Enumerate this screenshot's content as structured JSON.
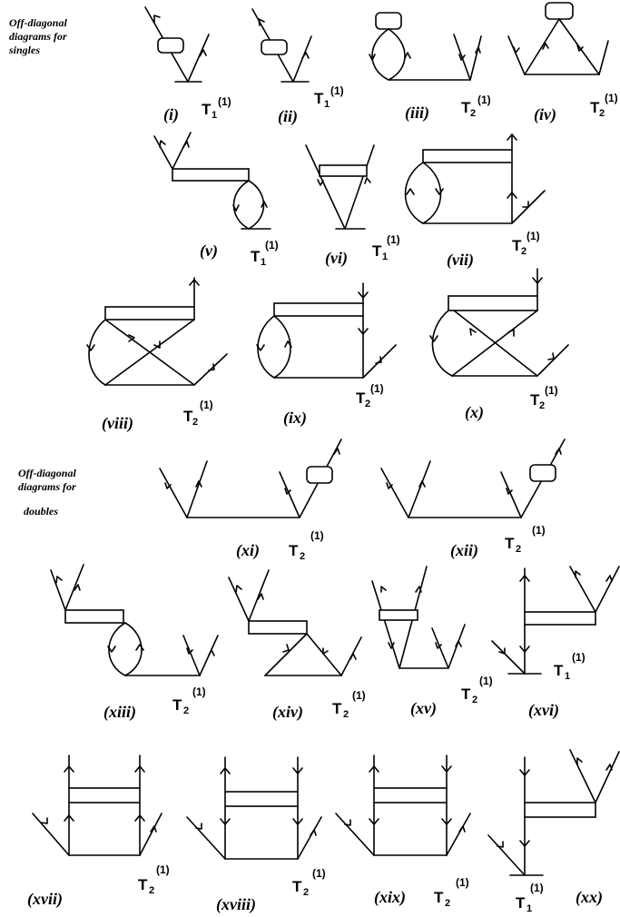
{
  "sections": {
    "singles": [
      "Off-diagonal",
      "diagrams for",
      "singles"
    ],
    "doubles": [
      "Off-diagonal",
      "diagrams for",
      "doubles"
    ]
  },
  "labels": [
    "(i)",
    "(ii)",
    "(iii)",
    "(iv)",
    "(v)",
    "(vi)",
    "(vii)",
    "(viii)",
    "(ix)",
    "(x)",
    "(xi)",
    "(xii)",
    "(xiii)",
    "(xiv)",
    "(xv)",
    "(xvi)",
    "(xvii)",
    "(xviii)",
    "(xix)",
    "(xx)"
  ],
  "amplitudes": [
    "T1(1)",
    "T1(1)",
    "T2(1)",
    "T2(1)",
    "T1(1)",
    "T1(1)",
    "T2(1)",
    "T2(1)",
    "T2(1)",
    "T2(1)",
    "T2(1)",
    "T2(1)",
    "T2(1)",
    "T2(1)",
    "T2(1)",
    "T1(1)",
    "T2(1)",
    "T2(1)",
    "T2(1)",
    "T1(1)"
  ],
  "amp_text": {
    "letter": "T",
    "sub1": "1",
    "sub2": "2",
    "sup": "(1)"
  }
}
